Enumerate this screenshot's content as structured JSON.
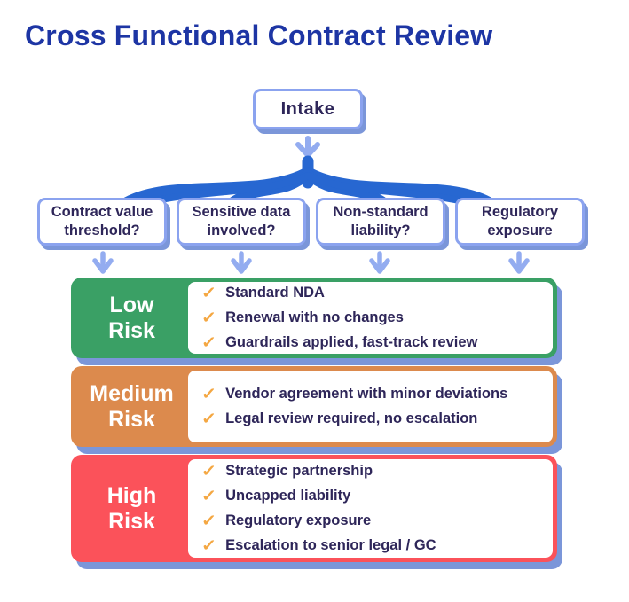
{
  "title": "Cross Functional Contract Review",
  "intake": {
    "label": "Intake"
  },
  "questions": [
    {
      "label": "Contract value threshold?"
    },
    {
      "label": "Sensitive data involved?"
    },
    {
      "label": "Non-standard liability?"
    },
    {
      "label": "Regulatory exposure"
    }
  ],
  "bands": [
    {
      "level_line1": "Low",
      "level_line2": "Risk",
      "color": "#3aa065",
      "items": [
        "Standard NDA",
        "Renewal with no changes",
        "Guardrails applied, fast-track review"
      ]
    },
    {
      "level_line1": "Medium",
      "level_line2": "Risk",
      "color": "#dc8a4d",
      "items": [
        "Vendor agreement with minor deviations",
        "Legal review required, no escalation"
      ]
    },
    {
      "level_line1": "High",
      "level_line2": "Risk",
      "color": "#fb525a",
      "items": [
        "Strategic partnership",
        "Uncapped liability",
        "Regulatory exposure",
        "Escalation to senior legal / GC"
      ]
    }
  ],
  "icons": {
    "check": "✓",
    "arrow_down": "arrow-down-icon",
    "branch": "branch-connector"
  },
  "colors": {
    "title_blue": "#1d35a4",
    "connector_blue": "#2767d1",
    "light_arrow_periwinkle": "#93acf0",
    "node_border_periwinkle": "#8ba3ef",
    "shadow_periwinkle": "#7b96d9",
    "text_indigo": "#2e2659",
    "check_orange": "#f4a742",
    "low_risk_green": "#3aa065",
    "medium_risk_orange": "#dc8a4d",
    "high_risk_red": "#fb525a",
    "background": "#ffffff"
  }
}
